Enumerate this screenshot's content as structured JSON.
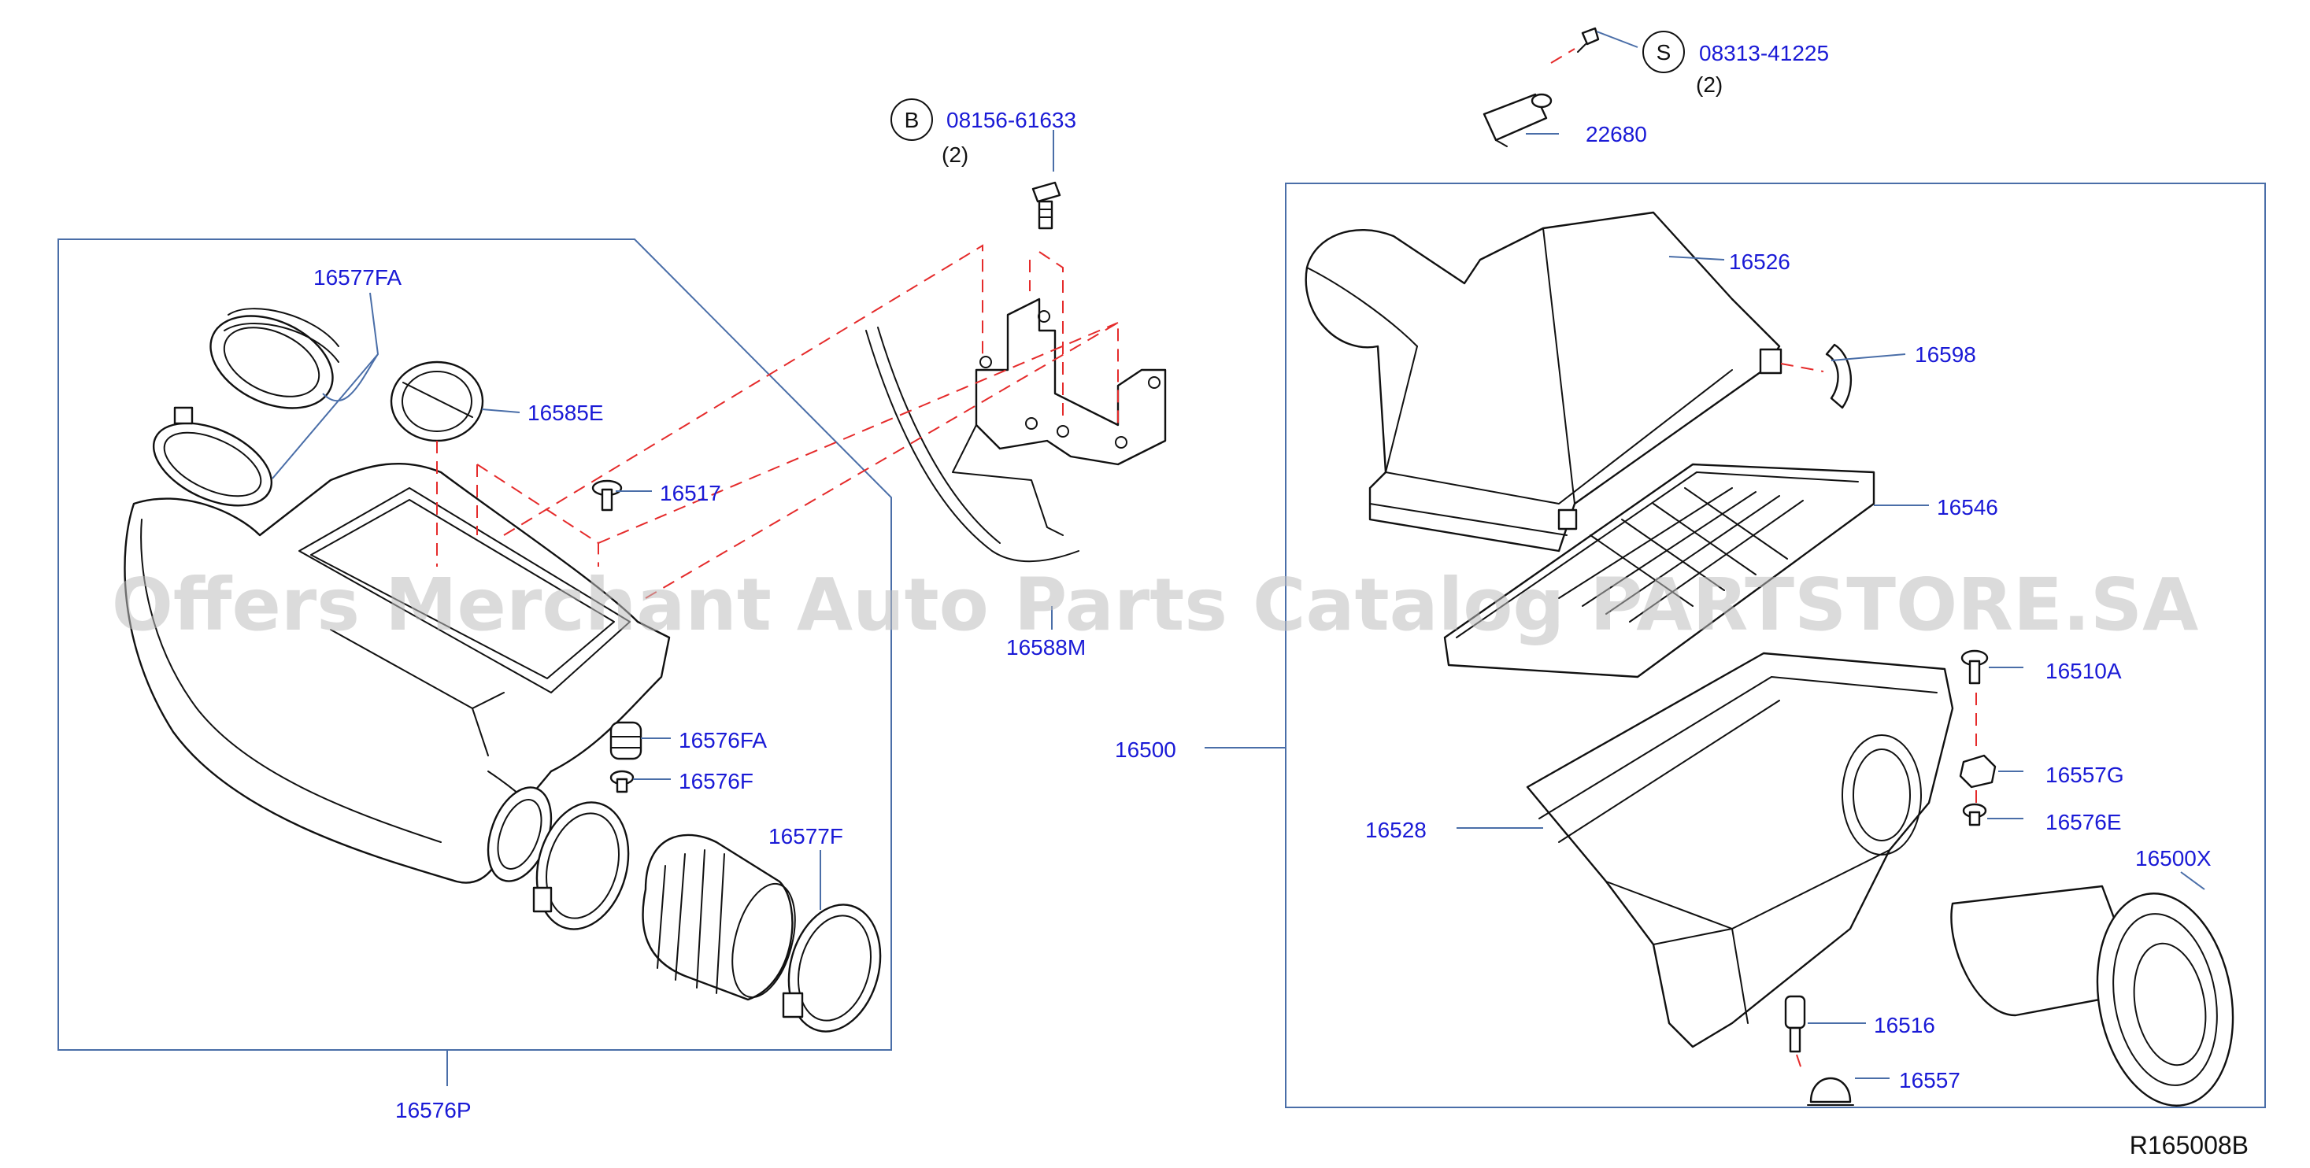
{
  "diagram": {
    "watermark": "Offers Merchant Auto Parts Catalog PARTSTORE.SA",
    "diagram_code": "R165008B",
    "callouts": {
      "b": {
        "letter": "B",
        "part": "08156-61633",
        "qty": "(2)"
      },
      "s": {
        "letter": "S",
        "part": "08313-41225",
        "qty": "(2)"
      }
    },
    "parts": {
      "p22680": "22680",
      "p16526": "16526",
      "p16598": "16598",
      "p16546": "16546",
      "p16510A": "16510A",
      "p16557G": "16557G",
      "p16576E": "16576E",
      "p16500X": "16500X",
      "p16500": "16500",
      "p16528": "16528",
      "p16516": "16516",
      "p16557": "16557",
      "p16577FA": "16577FA",
      "p16585E": "16585E",
      "p16517": "16517",
      "p16576FA": "16576FA",
      "p16576F": "16576F",
      "p16577F": "16577F",
      "p16576P": "16576P",
      "p16588M": "16588M"
    }
  }
}
